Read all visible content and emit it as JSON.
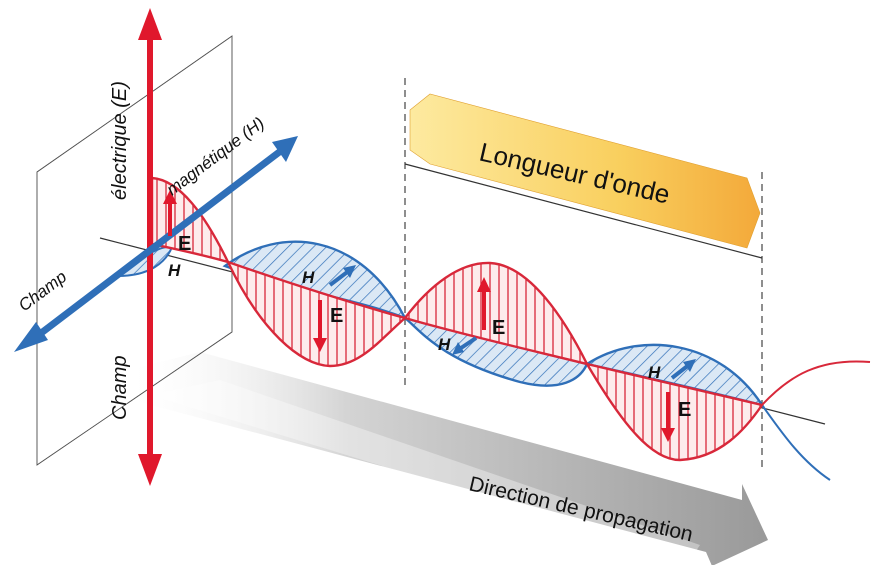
{
  "labels": {
    "electric_field_top": "électrique (E)",
    "electric_field_bottom": "Champ",
    "magnetic_field_top": "magnétique (H)",
    "magnetic_field_bottom": "Champ",
    "wavelength": "Longueur d'onde",
    "propagation": "Direction de propagation",
    "e_letter": "E",
    "h_letter": "H"
  },
  "colors": {
    "electric": "#e0182c",
    "magnetic": "#2f6fb8",
    "wavelength_band": "#f7c34a",
    "propagation_arrow": "#9a9a9a",
    "axis_line": "#333333"
  },
  "icons": {
    "electric_axis": "double-arrow-vertical",
    "magnetic_axis": "double-arrow-diagonal",
    "field_vector_e": "arrow-up-down",
    "field_vector_h": "arrow-diagonal"
  }
}
